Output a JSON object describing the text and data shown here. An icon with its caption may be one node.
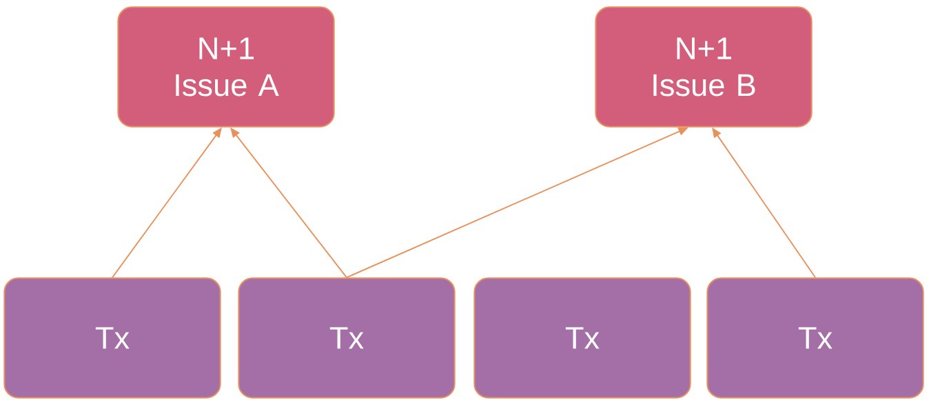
{
  "diagram": {
    "nodes": [
      {
        "text": [
          "N+1 Issue A"
        ]
      },
      {
        "text": [
          "N+1 Issue B"
        ]
      },
      {
        "text": [
          "Tx"
        ]
      },
      {
        "text": [
          "Tx"
        ]
      },
      {
        "text": [
          "Tx"
        ]
      },
      {
        "text": [
          "Tx"
        ]
      }
    ],
    "edges": [
      {
        "from": 2,
        "to": 0,
        "arrow": "to"
      },
      {
        "from": 3,
        "to": 0,
        "arrow": "to"
      },
      {
        "from": 3,
        "to": 1,
        "arrow": "to"
      },
      {
        "from": 5,
        "to": 1,
        "arrow": "to"
      }
    ]
  }
}
